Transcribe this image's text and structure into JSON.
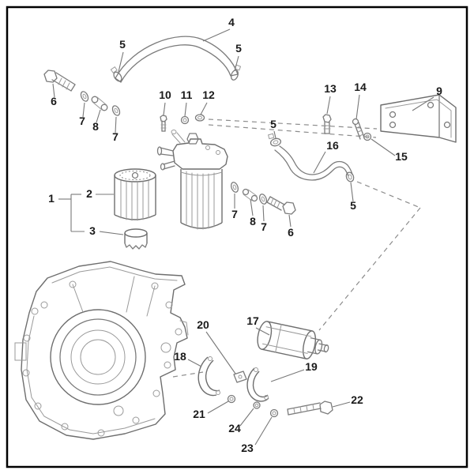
{
  "figure": {
    "background": "#ffffff",
    "border_color": "#000000",
    "drawing_color": "#7b7b7b",
    "label_color": "#1a1a1a"
  },
  "callouts": {
    "c1": "1",
    "c2": "2",
    "c3": "3",
    "c4": "4",
    "c5a": "5",
    "c5b": "5",
    "c5c": "5",
    "c5d": "5",
    "c6a": "6",
    "c6b": "6",
    "c7a": "7",
    "c7b": "7",
    "c7c": "7",
    "c7d": "7",
    "c8a": "8",
    "c8b": "8",
    "c9": "9",
    "c10": "10",
    "c11": "11",
    "c12": "12",
    "c13": "13",
    "c14": "14",
    "c15": "15",
    "c16": "16",
    "c17": "17",
    "c18": "18",
    "c19": "19",
    "c20": "20",
    "c21": "21",
    "c22": "22",
    "c23": "23",
    "c24": "24"
  }
}
